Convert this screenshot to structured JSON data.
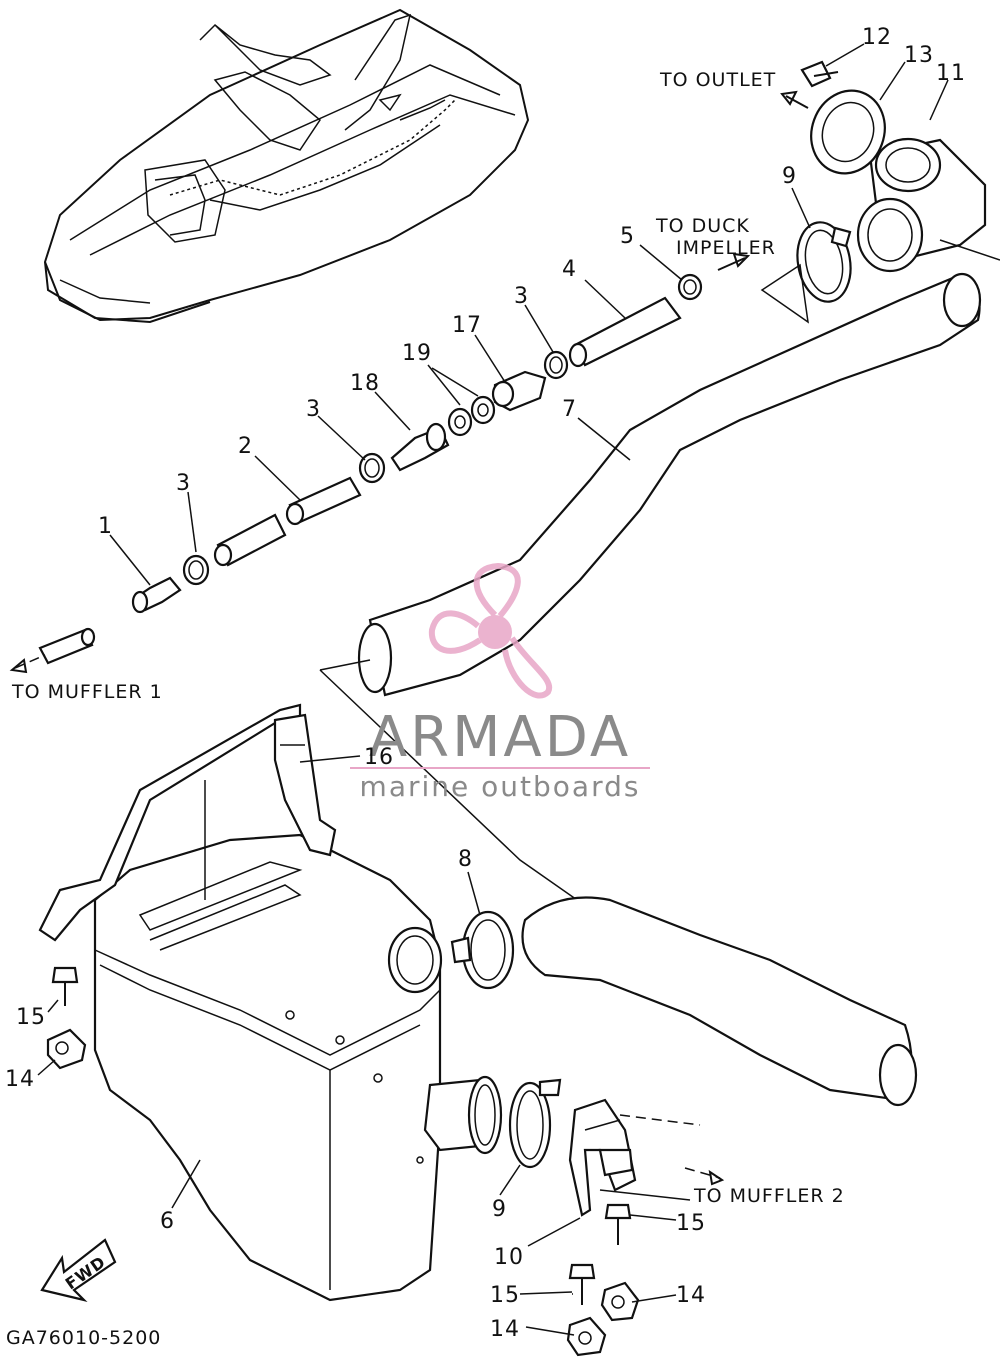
{
  "colors": {
    "line": "#111111",
    "watermark": "#e8a6c7",
    "watermark_text": "#8a8a8a"
  },
  "callouts": {
    "to_outlet": "TO OUTLET",
    "to_duck_line1": "TO DUCK",
    "to_duck_line2": "IMPELLER",
    "to_muffler_1": "TO MUFFLER 1",
    "to_muffler_2": "TO MUFFLER 2",
    "fwd": "FWD",
    "drawing_code": "GA76010-5200"
  },
  "labels": {
    "p1": "1",
    "p2": "2",
    "p3a": "3",
    "p3b": "3",
    "p3c": "3",
    "p4": "4",
    "p5": "5",
    "p6": "6",
    "p7": "7",
    "p8": "8",
    "p9a": "9",
    "p9b": "9",
    "p10": "10",
    "p11": "11",
    "p12": "12",
    "p13": "13",
    "p14a": "14",
    "p14b": "14",
    "p14c": "14",
    "p15a": "15",
    "p15b": "15",
    "p15c": "15",
    "p16": "16",
    "p17": "17",
    "p18": "18",
    "p19": "19"
  },
  "watermark": {
    "brand": "ARMADA",
    "tagline": "marine outboards",
    "icon": "propeller-logo-icon"
  }
}
